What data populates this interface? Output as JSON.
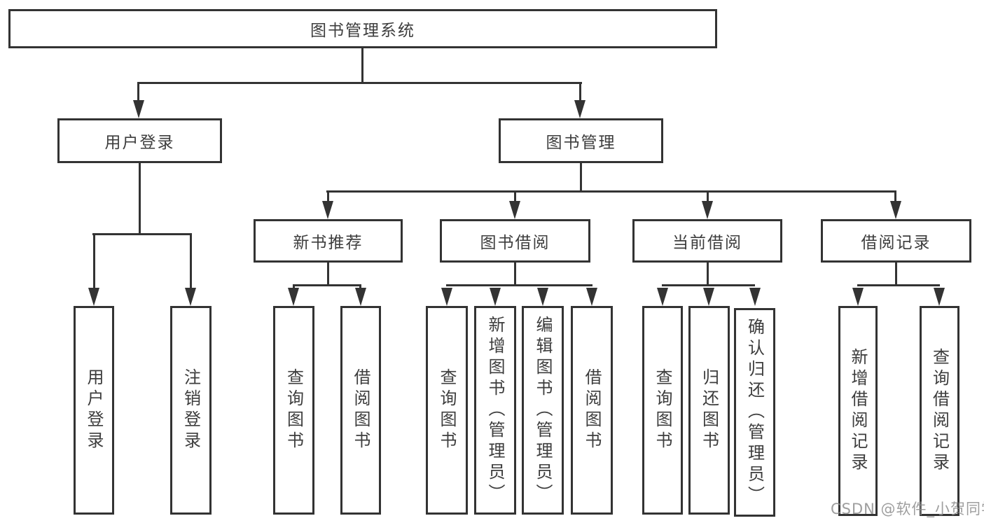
{
  "colors": {
    "line": "#333333",
    "box_border": "#333333",
    "text": "#3d3d3d",
    "watermark": "#919191",
    "background": "#ffffff"
  },
  "watermark": {
    "text": "CSDN @软件_小贺同学"
  },
  "tree": {
    "root": {
      "label": "图书管理系统",
      "children": [
        {
          "label": "用户登录",
          "children": [
            {
              "label": "用户登录"
            },
            {
              "label": "注销登录"
            }
          ]
        },
        {
          "label": "图书管理",
          "children": [
            {
              "label": "新书推荐",
              "children": [
                {
                  "label": "查询图书"
                },
                {
                  "label": "借阅图书"
                }
              ]
            },
            {
              "label": "图书借阅",
              "children": [
                {
                  "label": "查询图书"
                },
                {
                  "label": "新增图书（管理员）"
                },
                {
                  "label": "编辑图书（管理员）"
                },
                {
                  "label": "借阅图书"
                }
              ]
            },
            {
              "label": "当前借阅",
              "children": [
                {
                  "label": "查询图书"
                },
                {
                  "label": "归还图书"
                },
                {
                  "label": "确认归还（管理员）"
                }
              ]
            },
            {
              "label": "借阅记录",
              "children": [
                {
                  "label": "新增借阅记录"
                },
                {
                  "label": "查询借阅记录"
                }
              ]
            }
          ]
        }
      ]
    }
  }
}
